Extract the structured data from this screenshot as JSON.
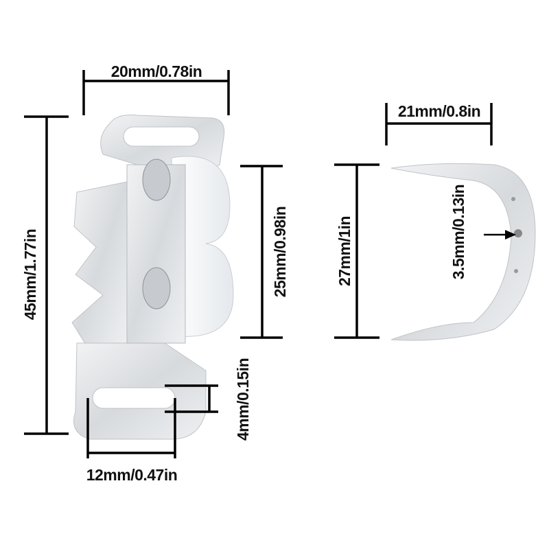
{
  "title": "Cabinet double roller catch dimensions",
  "colors": {
    "line": "#000000",
    "metal": "#e4e6e8",
    "roller": "#f4f6f8"
  },
  "catch": {
    "width": "20mm/0.78in",
    "height": "45mm/1.77in",
    "roller_height": "25mm/0.98in",
    "slot_width": "4mm/0.15in",
    "slot_length": "12mm/0.47in"
  },
  "strike": {
    "width": "21mm/0.8in",
    "height": "27mm/1in",
    "hole": "3.5mm/0.13in"
  }
}
